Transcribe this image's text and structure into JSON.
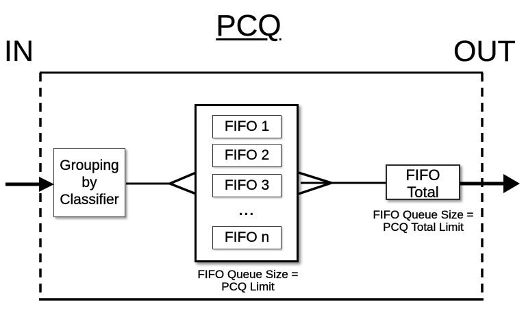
{
  "title": "PCQ",
  "io": {
    "in": "IN",
    "out": "OUT"
  },
  "classifier": {
    "line1": "Grouping",
    "line2": "by",
    "line3": "Classifier"
  },
  "pcq_queues": {
    "items": [
      "FIFO 1",
      "FIFO 2",
      "FIFO 3"
    ],
    "ellipsis": "...",
    "item_n": "FIFO n",
    "caption_line1": "FIFO Queue Size =",
    "caption_line2": "PCQ Limit"
  },
  "fifo_total": {
    "line1": "FIFO",
    "line2": "Total",
    "caption_line1": "FIFO Queue Size =",
    "caption_line2": "PCQ Total Limit"
  },
  "colors": {
    "ink": "#000000",
    "background": "#ffffff",
    "box_border": "#3a3a3a"
  }
}
